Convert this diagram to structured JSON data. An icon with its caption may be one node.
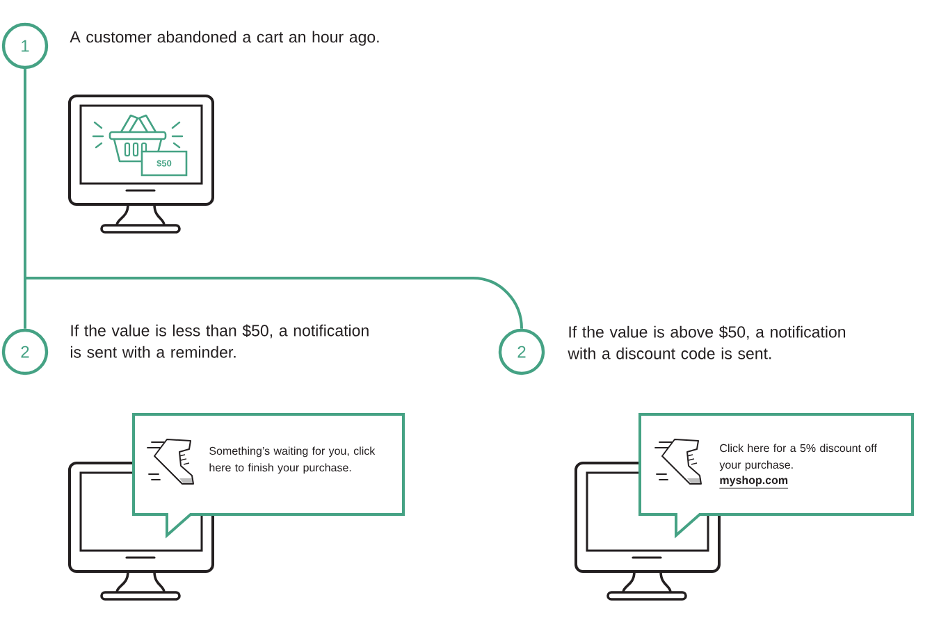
{
  "diagram": {
    "nodes": [
      {
        "text": [
          "1"
        ],
        "beside": [
          "A customer abandoned a cart an hour ago."
        ]
      },
      {
        "text": [
          "2"
        ],
        "beside": [
          "If the value is less than $50, a notification is sent with a reminder."
        ]
      },
      {
        "text": [
          "2"
        ],
        "beside": [
          "If the value is above $50, a notification with a discount code is sent."
        ]
      },
      {
        "text": [
          "Something’s waiting for you, click here to finish your purchase."
        ]
      },
      {
        "text": [
          "Click here for a 5% discount off your purchase.",
          "myshop.com"
        ]
      }
    ],
    "edges": [
      {
        "from": 0,
        "to": 1,
        "arrow": "none"
      },
      {
        "from": 0,
        "to": 2,
        "arrow": "none"
      }
    ],
    "labels": [
      "$50"
    ]
  }
}
